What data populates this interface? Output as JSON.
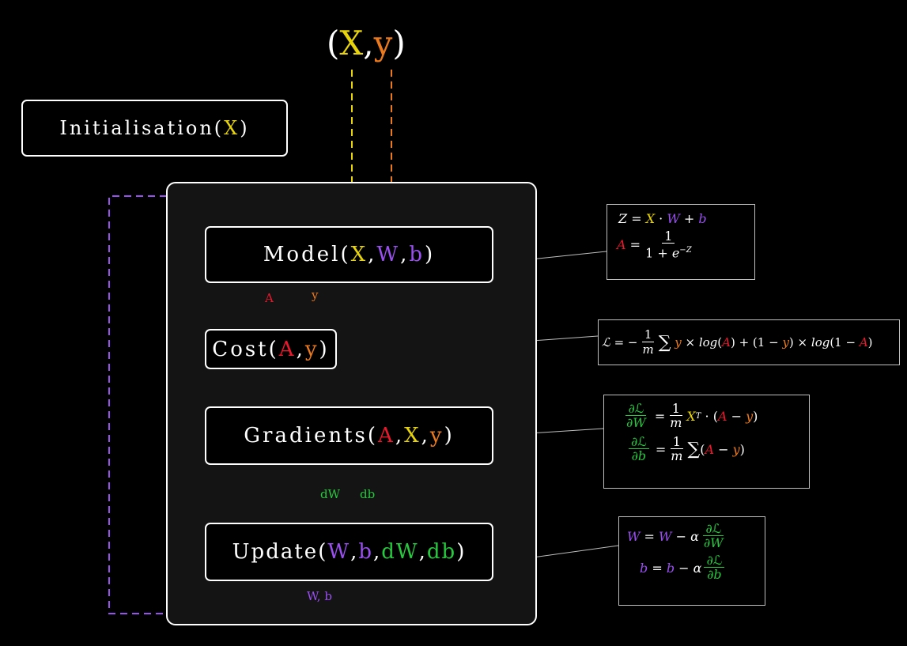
{
  "input": {
    "open": "(",
    "X": "X",
    "comma": ", ",
    "y": "y",
    "close": ")"
  },
  "init_box": {
    "name": "Initialisation",
    "open": "(",
    "X": "X",
    "close": ")"
  },
  "model_box": {
    "name": "Model",
    "open": "(",
    "X": "X",
    "sep1": ", ",
    "W": "W",
    "sep2": ", ",
    "b": "b",
    "close": ")"
  },
  "cost_box": {
    "name": "Cost",
    "open": "(",
    "A": "A",
    "sep": ", ",
    "y": "y",
    "close": ")"
  },
  "grad_box": {
    "name": "Gradients",
    "open": "(",
    "A": "A",
    "sep1": ", ",
    "X": "X",
    "sep2": ", ",
    "y": "y",
    "close": ")"
  },
  "update_box": {
    "name": "Update",
    "open": "(",
    "W": "W",
    "sep1": ", ",
    "b": "b",
    "sep2": ", ",
    "dW": "dW",
    "sep3": ", ",
    "db": "db",
    "close": ")"
  },
  "labels": {
    "A": "A",
    "y": "y",
    "dW": "dW",
    "db": "db",
    "Wb": "W, b"
  },
  "colors": {
    "X": "#e8d40a",
    "y": "#ec7a1c",
    "A": "#e8192c",
    "W_b": "#9a4ff0",
    "gradients": "#27c93f",
    "background": "#000000",
    "panel": "#141414"
  }
}
